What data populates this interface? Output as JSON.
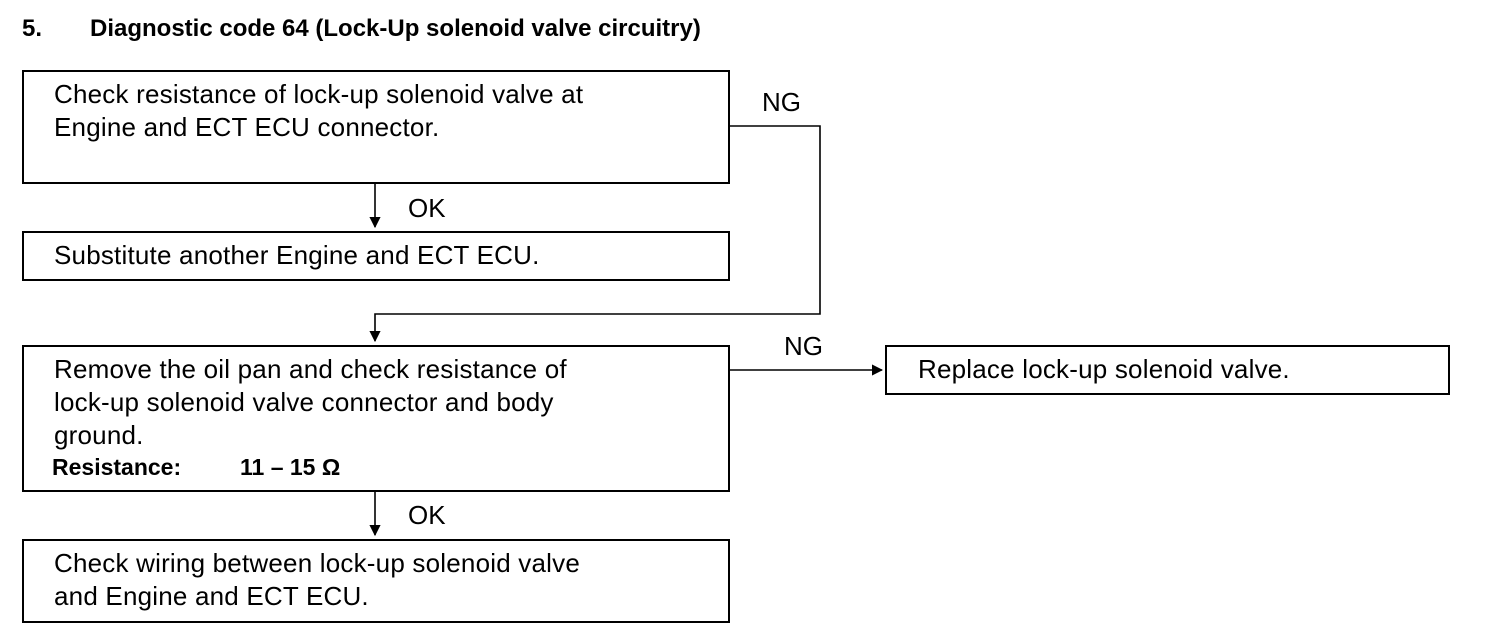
{
  "header": {
    "number": "5.",
    "title": "Diagnostic code 64 (Lock-Up solenoid valve circuitry)"
  },
  "steps": {
    "check_resistance_ecu": {
      "line1": "Check resistance of lock-up solenoid valve at",
      "line2": "Engine and ECT ECU connector."
    },
    "substitute_ecu": {
      "line1": "Substitute another Engine and ECT ECU."
    },
    "remove_oil_pan": {
      "line1": "Remove the oil pan and check resistance of",
      "line2": "lock-up solenoid valve connector and body",
      "line3": "ground.",
      "resistance_label": "Resistance:",
      "resistance_value": "11 – 15 Ω"
    },
    "replace_valve": {
      "line1": "Replace lock-up solenoid valve."
    },
    "check_wiring": {
      "line1": "Check wiring between lock-up solenoid valve",
      "line2": "and Engine and ECT ECU."
    }
  },
  "edges": {
    "ok_1": "OK",
    "ng_1": "NG",
    "ng_2": "NG",
    "ok_2": "OK"
  }
}
